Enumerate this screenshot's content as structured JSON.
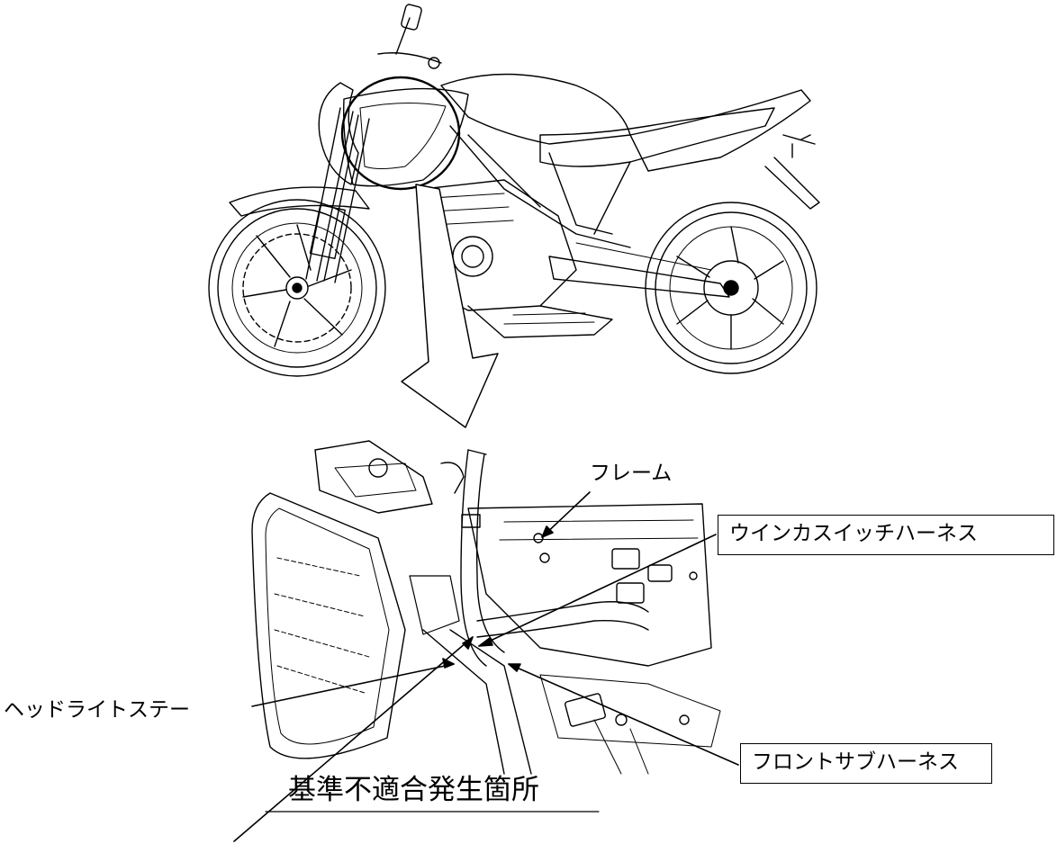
{
  "labels": {
    "frame": "フレーム",
    "turn_signal_switch_harness": "ウインカスイッチハーネス",
    "headlight_stay": "ヘッドライトステー",
    "front_sub_harness": "フロントサブハーネス",
    "nonconformity_location": "基準不適合発生箇所"
  }
}
